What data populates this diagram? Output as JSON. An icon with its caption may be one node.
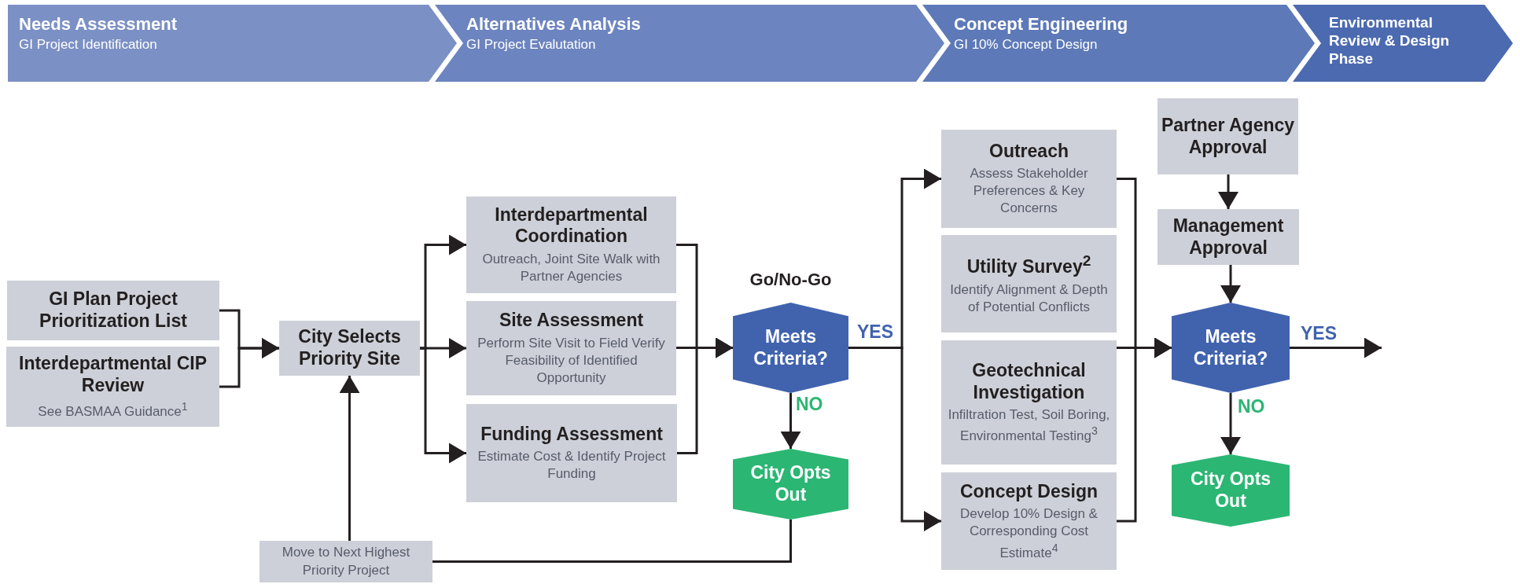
{
  "diagram": {
    "nodes": [
      {
        "text": [
          "Needs Assessment",
          "GI Project Identification"
        ]
      },
      {
        "text": [
          "Alternatives Analysis",
          "GI Project Evalutation"
        ]
      },
      {
        "text": [
          "Concept Engineering",
          "GI 10% Concept Design"
        ]
      },
      {
        "text": [
          "Environmental Review & Design Phase"
        ]
      },
      {
        "text": [
          "GI Plan Project Prioritization List"
        ]
      },
      {
        "text": [
          "Interdepartmental CIP Review",
          "See BASMAA Guidance$^{1}$"
        ]
      },
      {
        "text": [
          "City Selects Priority Site"
        ]
      },
      {
        "text": [
          "Move to Next Highest Priority Project"
        ]
      },
      {
        "text": [
          "Interdepartmental Coordination",
          "Outreach, Joint Site Walk with Partner Agencies"
        ]
      },
      {
        "text": [
          "Site Assessment",
          "Perform Site Visit to Field Verify Feasibility of Identified Opportunity"
        ]
      },
      {
        "text": [
          "Funding Assessment",
          "Estimate Cost & Identify Project Funding"
        ]
      },
      {
        "text": [
          "Meets Criteria?"
        ],
        "beside": [
          "Go/No-Go"
        ]
      },
      {
        "text": [
          "City Opts Out"
        ]
      },
      {
        "text": [
          "Outreach",
          "Assess Stakeholder Preferences & Key Concerns"
        ]
      },
      {
        "text": [
          "Utility Survey$^{2}$",
          "Identify Alignment & Depth of Potential Conflicts"
        ]
      },
      {
        "text": [
          "Geotechnical Investigation",
          "Infiltration Test, Soil Boring, Environmental Testing$^{3}$"
        ]
      },
      {
        "text": [
          "Concept Design",
          "Develop 10% Design & Corresponding Cost Estimate$^{4}$"
        ]
      },
      {
        "text": [
          "Partner Agency Approval"
        ]
      },
      {
        "text": [
          "Management Approval"
        ]
      },
      {
        "text": [
          "Meets Criteria?"
        ]
      },
      {
        "text": [
          "City Opts Out"
        ]
      }
    ],
    "edges": [
      {
        "from": 4,
        "to": 6,
        "arrow": "to"
      },
      {
        "from": 5,
        "to": 6,
        "arrow": "to"
      },
      {
        "from": 6,
        "to": 8,
        "arrow": "to"
      },
      {
        "from": 6,
        "to": 9,
        "arrow": "to"
      },
      {
        "from": 6,
        "to": 10,
        "arrow": "to"
      },
      {
        "from": 8,
        "to": 11,
        "arrow": "to"
      },
      {
        "from": 9,
        "to": 11,
        "arrow": "to"
      },
      {
        "from": 10,
        "to": 11,
        "arrow": "to"
      },
      {
        "from": 11,
        "to": 12,
        "arrow": "to",
        "label": "NO"
      },
      {
        "from": 11,
        "to": 13,
        "arrow": "to",
        "label": "YES"
      },
      {
        "from": 11,
        "to": 16,
        "arrow": "to"
      },
      {
        "from": 12,
        "to": 7,
        "arrow": "none"
      },
      {
        "from": 7,
        "to": 6,
        "arrow": "to"
      },
      {
        "from": 13,
        "to": 19,
        "arrow": "to"
      },
      {
        "from": 15,
        "to": 19,
        "arrow": "to"
      },
      {
        "from": 16,
        "to": 19,
        "arrow": "to"
      },
      {
        "from": 17,
        "to": 18,
        "arrow": "to"
      },
      {
        "from": 18,
        "to": 19,
        "arrow": "to"
      },
      {
        "from": 19,
        "to": 20,
        "arrow": "to",
        "label": "NO"
      },
      {
        "from": 19,
        "to": null,
        "arrow": "to",
        "label": "YES"
      }
    ]
  }
}
